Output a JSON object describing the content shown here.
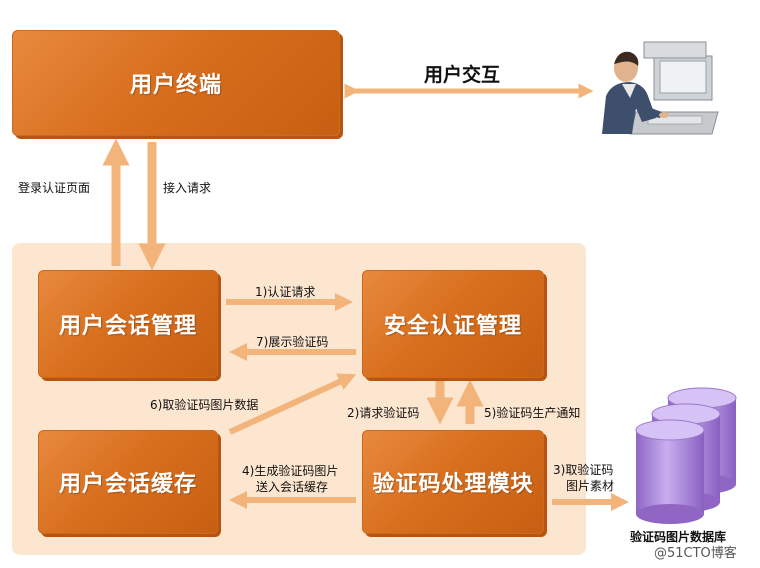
{
  "nodes": {
    "terminal": "用户终端",
    "session_mgmt": "用户会话管理",
    "security_mgmt": "安全认证管理",
    "session_cache": "用户会话缓存",
    "captcha_module": "验证码处理模块"
  },
  "edges": {
    "interaction": "用户交互",
    "login_page": "登录认证页面",
    "access_request": "接入请求",
    "e1": "1)认证请求",
    "e7": "7)展示验证码",
    "e6": "6)取验证码图片数据",
    "e2": "2)请求验证码",
    "e5": "5)验证码生产通知",
    "e4_line1": "4)生成验证码图片",
    "e4_line2": "送入会话缓存",
    "e3_line1": "3)取验证码",
    "e3_line2": "图片素材"
  },
  "database_label": "验证码图片数据库",
  "watermark": "@51CTO博客",
  "icons": {
    "user": "user-at-computer-icon",
    "database": "database-cylinders-icon"
  },
  "colors": {
    "box": "#d8701f",
    "arrow": "#f0b074",
    "panel": "#fde6d0",
    "db": "#a07ad0"
  }
}
